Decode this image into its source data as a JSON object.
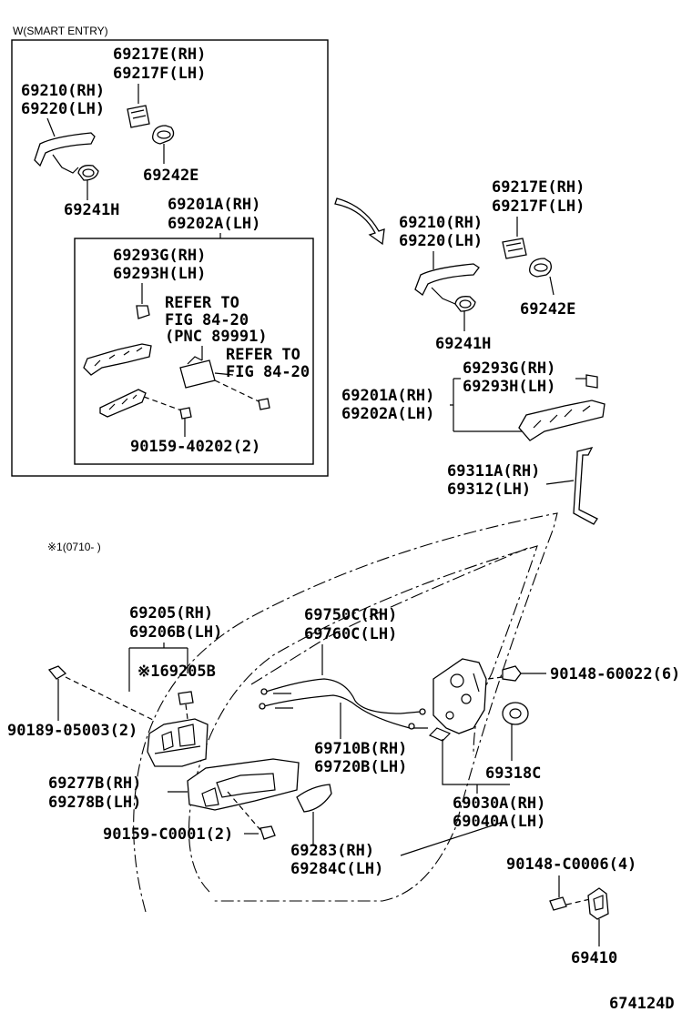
{
  "inset": {
    "title": "W(SMART ENTRY)",
    "labels": {
      "p69217_rh": "69217E(RH)",
      "p69217_lh": "69217F(LH)",
      "p69210_rh": "69210(RH)",
      "p69220_lh": "69220(LH)",
      "p69242": "69242E",
      "p69241": "69241H",
      "p69201_rh": "69201A(RH)",
      "p69202_lh": "69202A(LH)"
    },
    "sub": {
      "p69293_rh": "69293G(RH)",
      "p69293_lh": "69293H(LH)",
      "refer1_l1": "REFER TO",
      "refer1_l2": "FIG 84-20",
      "refer1_l3": "(PNC 89991)",
      "refer2_l1": "REFER TO",
      "refer2_l2": "FIG 84-20",
      "bolt": "90159-40202(2)"
    }
  },
  "upper_right": {
    "p69217_rh": "69217E(RH)",
    "p69217_lh": "69217F(LH)",
    "p69210_rh": "69210(RH)",
    "p69220_lh": "69220(LH)",
    "p69242": "69242E",
    "p69241": "69241H",
    "p69293_rh": "69293G(RH)",
    "p69293_lh": "69293H(LH)",
    "p69201_rh": "69201A(RH)",
    "p69202_lh": "69202A(LH)",
    "p69311_rh": "69311A(RH)",
    "p69312_lh": "69312(LH)"
  },
  "note": "※1(0710-    )",
  "lower": {
    "p69205_rh": "69205(RH)",
    "p69206_lh": "69206B(LH)",
    "p69205b": "※169205B",
    "p69750_rh": "69750C(RH)",
    "p69760_lh": "69760C(LH)",
    "p90148_60022": "90148-60022(6)",
    "p90189": "90189-05003(2)",
    "p69710_rh": "69710B(RH)",
    "p69720_lh": "69720B(LH)",
    "p69318": "69318C",
    "p69277_rh": "69277B(RH)",
    "p69278_lh": "69278B(LH)",
    "p69030_rh": "69030A(RH)",
    "p69040_lh": "69040A(LH)",
    "p90159_c0001": "90159-C0001(2)",
    "p69283_rh": "69283(RH)",
    "p69284_lh": "69284C(LH)",
    "p90148_c0006": "90148-C0006(4)",
    "p69410": "69410"
  },
  "diagram_id": "674124D"
}
